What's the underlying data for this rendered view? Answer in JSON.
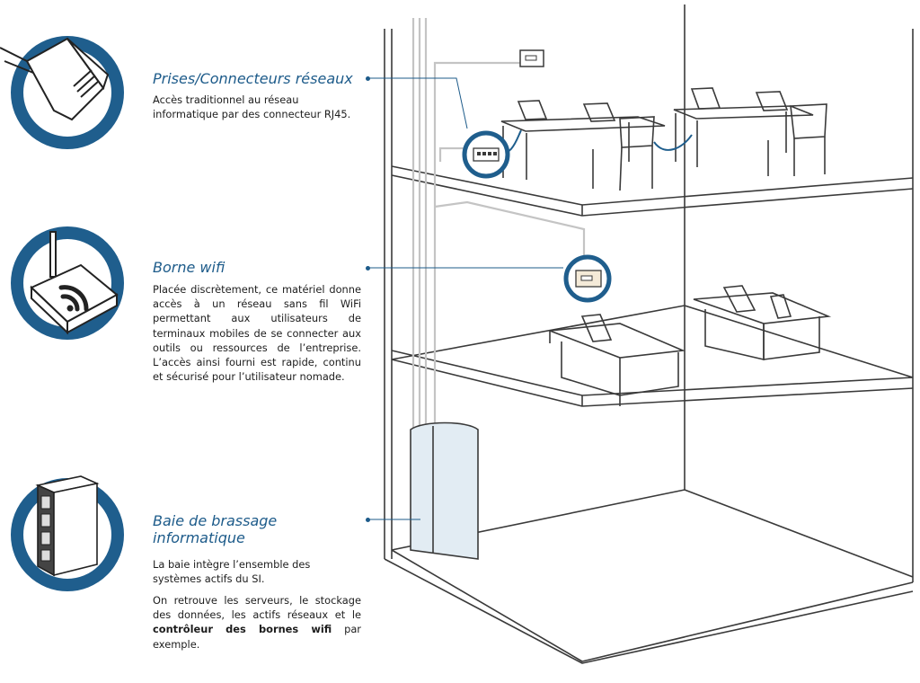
{
  "sections": {
    "rj45": {
      "title": "Prises/Connecteurs réseaux",
      "text": "Accès traditionnel au réseau informatique par des connecteur RJ45."
    },
    "wifi": {
      "title": "Borne wifi",
      "text": "Placée discrètement, ce matériel donne accès à un réseau sans fil WiFi permettant aux utilisateurs de terminaux mobiles de se connecter aux outils ou ressources de l’entreprise. L’accès ainsi fourni est rapide, continu et sécurisé pour l’utilisateur nomade."
    },
    "rack": {
      "title_line1": "Baie de brassage",
      "title_line2": "informatique",
      "text1": "La baie intègre l’ensemble des systèmes actifs du SI.",
      "text2_before": "On retrouve les serveurs, le stockage des données, les actifs réseaux et le ",
      "text2_bold": "contrôleur des bornes wifi",
      "text2_after": " par exemple."
    }
  },
  "colors": {
    "accent": "#1d5b8a",
    "ring": "#1f5e8d",
    "line": "#3a3a3a",
    "cable": "#bdbdbd"
  },
  "icons": [
    "rj45-connector-icon",
    "wifi-router-icon",
    "server-rack-icon"
  ]
}
